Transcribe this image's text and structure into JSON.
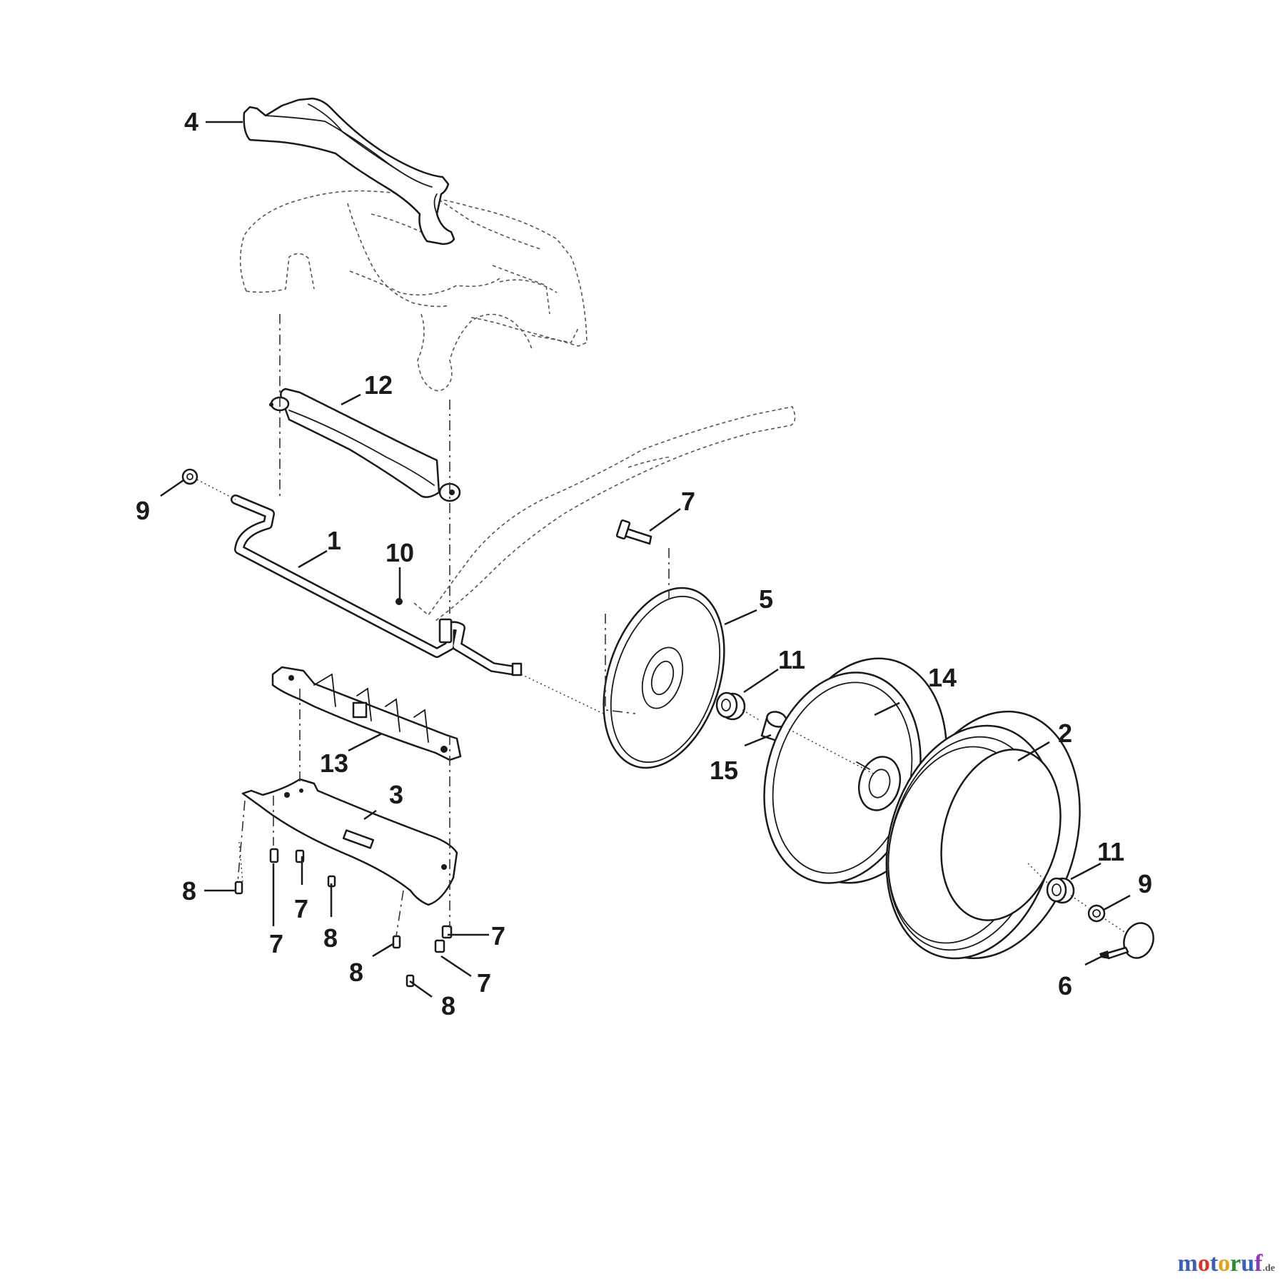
{
  "diagram": {
    "callouts": [
      {
        "id": "c4",
        "text": "4"
      },
      {
        "id": "c12",
        "text": "12"
      },
      {
        "id": "c9a",
        "text": "9"
      },
      {
        "id": "c1",
        "text": "1"
      },
      {
        "id": "c10",
        "text": "10"
      },
      {
        "id": "c7a",
        "text": "7"
      },
      {
        "id": "c5",
        "text": "5"
      },
      {
        "id": "c11a",
        "text": "11"
      },
      {
        "id": "c14",
        "text": "14"
      },
      {
        "id": "c15",
        "text": "15"
      },
      {
        "id": "c2",
        "text": "2"
      },
      {
        "id": "c13",
        "text": "13"
      },
      {
        "id": "c3",
        "text": "3"
      },
      {
        "id": "c8a",
        "text": "8"
      },
      {
        "id": "c7b",
        "text": "7"
      },
      {
        "id": "c7c",
        "text": "7"
      },
      {
        "id": "c8b",
        "text": "8"
      },
      {
        "id": "c7d",
        "text": "7"
      },
      {
        "id": "c8c",
        "text": "8"
      },
      {
        "id": "c7e",
        "text": "7"
      },
      {
        "id": "c8d",
        "text": "8"
      },
      {
        "id": "c11b",
        "text": "11"
      },
      {
        "id": "c9b",
        "text": "9"
      },
      {
        "id": "c6",
        "text": "6"
      }
    ]
  },
  "watermark": {
    "brand": "motoruf",
    "suffix": ".de",
    "letter_colors": [
      "#3b5fb5",
      "#d9342b",
      "#3b5fb5",
      "#e4a11b",
      "#2e8b3a",
      "#3b5fb5",
      "#8a3bb5"
    ]
  }
}
